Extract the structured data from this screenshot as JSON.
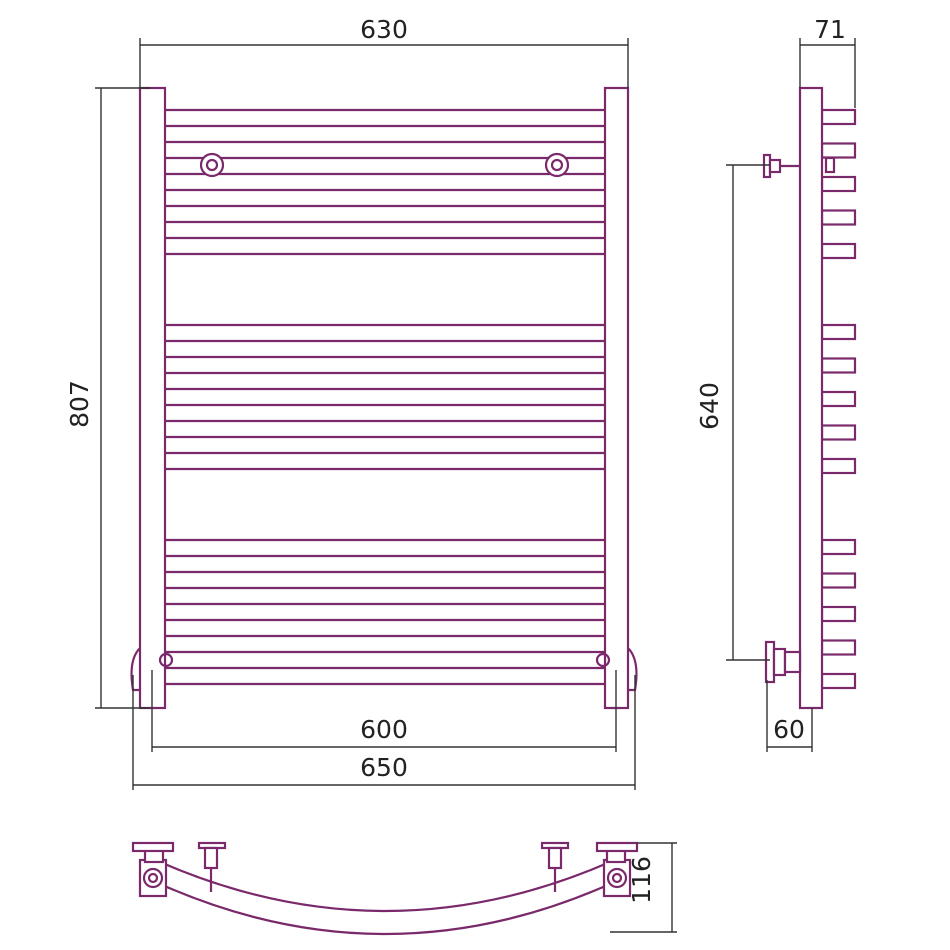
{
  "drawing": {
    "dimensions": {
      "overall_width": "630",
      "side_depth": "71",
      "overall_height": "807",
      "mount_vertical": "640",
      "connection_spacing": "600",
      "total_width": "650",
      "wall_offset": "60",
      "top_view_depth": "116"
    },
    "colors": {
      "product": "#7a2a6a",
      "dimension": "#333333"
    }
  }
}
